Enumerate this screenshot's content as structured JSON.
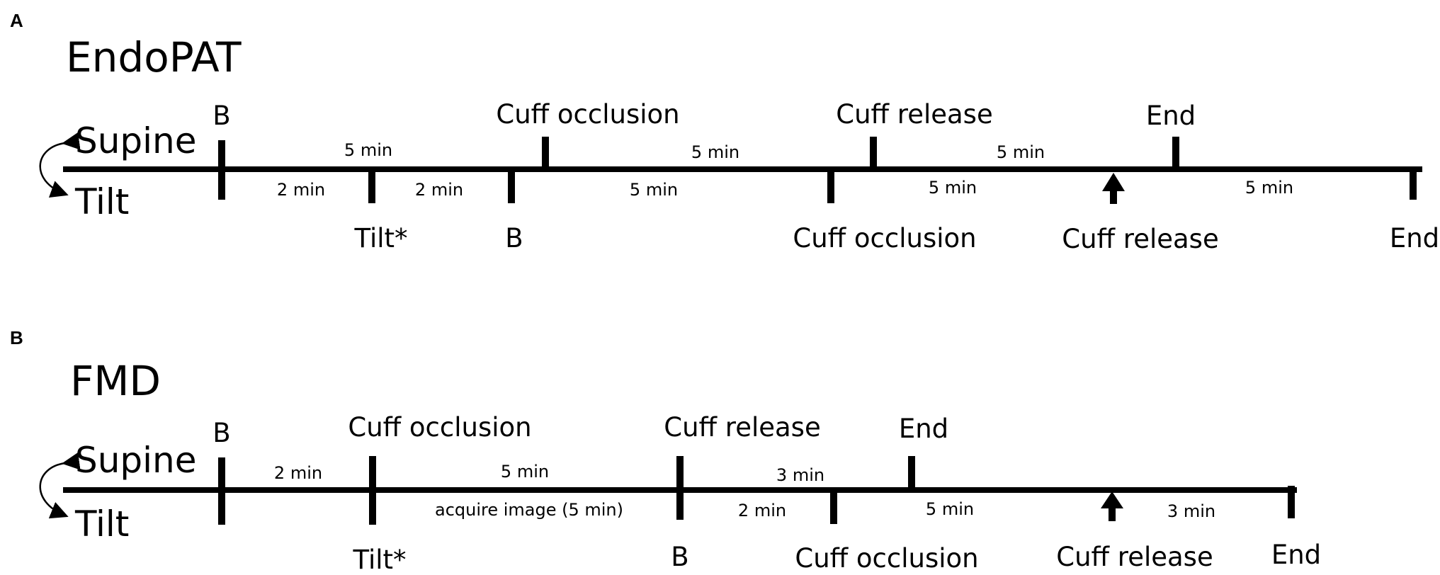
{
  "panel_a": {
    "letter": "A",
    "title": "EndoPAT",
    "supine_label": "Supine",
    "tilt_label": "Tilt",
    "top_events": [
      "B",
      "Cuff occlusion",
      "Cuff release",
      "End"
    ],
    "top_durations": [
      "5 min",
      "5 min",
      "5 min"
    ],
    "bottom_events": [
      "Tilt*",
      "B",
      "Cuff occlusion",
      "Cuff release",
      "End"
    ],
    "bottom_durations": [
      "2 min",
      "2 min",
      "5 min",
      "5 min",
      "5 min"
    ]
  },
  "panel_b": {
    "letter": "B",
    "title": "FMD",
    "supine_label": "Supine",
    "tilt_label": "Tilt",
    "top_events": [
      "B",
      "Cuff occlusion",
      "Cuff release",
      "End"
    ],
    "top_durations": [
      "2 min",
      "5 min",
      "3 min"
    ],
    "bottom_events": [
      "Tilt*",
      "B",
      "Cuff occlusion",
      "Cuff release",
      "End"
    ],
    "bottom_durations": [
      "acquire image (5 min)",
      "2 min",
      "5 min",
      "3 min"
    ]
  }
}
